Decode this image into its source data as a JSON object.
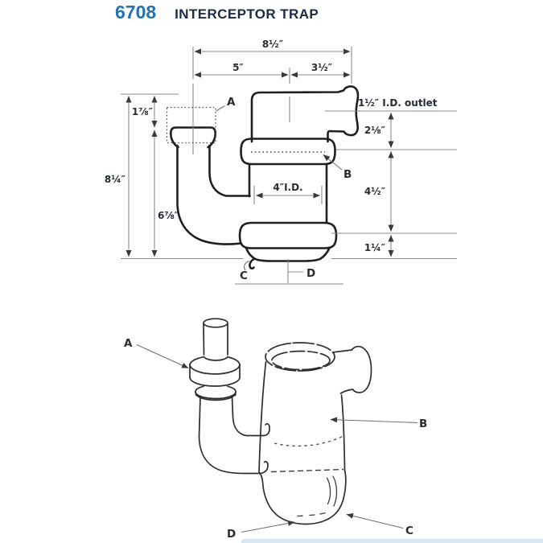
{
  "header": {
    "model_number": "6708",
    "product_name": "INTERCEPTOR TRAP"
  },
  "colors": {
    "accent_blue": "#2173b8",
    "title_navy": "#1b2946",
    "drawing_outline": "#1f1f1f",
    "dimension_gray": "#8c8c8c",
    "footer_strip_blue": "#d9e5f1"
  },
  "front_view": {
    "dim_overall_width": "8½″",
    "dim_inlet_span": "5″",
    "dim_outlet_span": "3½″",
    "dim_inlet_drop": "1⅞″",
    "dim_overall_height": "8¼″",
    "dim_trap_height": "6⅞″",
    "outlet_note": "1½″ I.D. outlet",
    "dim_outlet_to_union": "2⅛″",
    "dim_body_id": "4″I.D.",
    "dim_body_depth": "4½″",
    "dim_base_height": "1¼″",
    "callout_a": "A",
    "callout_b": "B",
    "callout_c": "C",
    "callout_d": "D"
  },
  "perspective_view": {
    "callout_a": "A",
    "callout_b": "B",
    "callout_c": "C",
    "callout_d": "D"
  }
}
